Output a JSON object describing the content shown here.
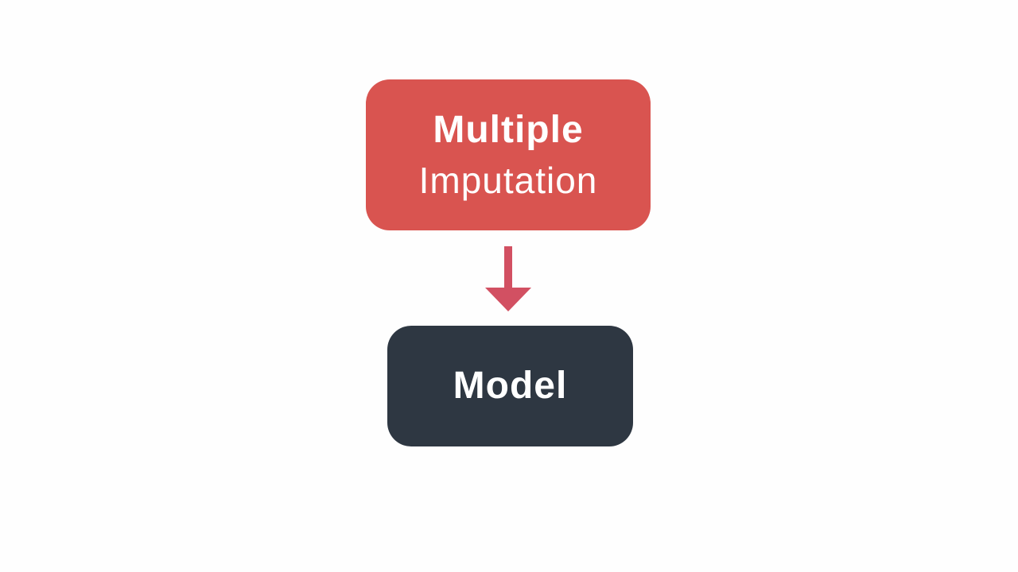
{
  "diagram": {
    "nodes": [
      {
        "id": "multiple-imputation",
        "lines": [
          {
            "text": "Multiple",
            "weight": "bold"
          },
          {
            "text": "Imputation",
            "weight": "regular"
          }
        ],
        "shape": "rounded-rectangle"
      },
      {
        "id": "model",
        "lines": [
          {
            "text": "Model",
            "weight": "bold"
          }
        ],
        "shape": "rounded-rectangle"
      }
    ],
    "connectors": [
      {
        "id": "arrow-multiple-imputation-to-model",
        "from": "multiple-imputation",
        "to": "model",
        "direction": "down",
        "style": "solid-arrow"
      }
    ]
  },
  "colors": {
    "background": "#fefefe",
    "red_box": "#d95450",
    "dark_box": "#2e3742",
    "arrow": "#d25062",
    "text": "#ffffff"
  }
}
